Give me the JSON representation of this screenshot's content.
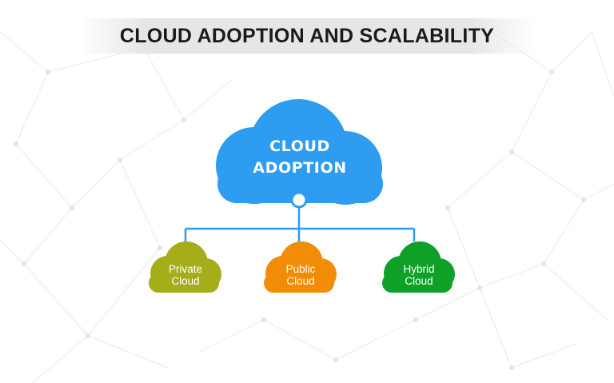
{
  "title": "CLOUD ADOPTION AND SCALABILITY",
  "main_node": {
    "line1": "CLOUD",
    "line2": "ADOPTION",
    "color": "#2e9cf0"
  },
  "children": [
    {
      "line1": "Private",
      "line2": "Cloud",
      "color": "#a5ad1b"
    },
    {
      "line1": "Public",
      "line2": "Cloud",
      "color": "#f28c06"
    },
    {
      "line1": "Hybrid",
      "line2": "Cloud",
      "color": "#0fa028"
    }
  ],
  "connector_color": "#2e9cf0"
}
